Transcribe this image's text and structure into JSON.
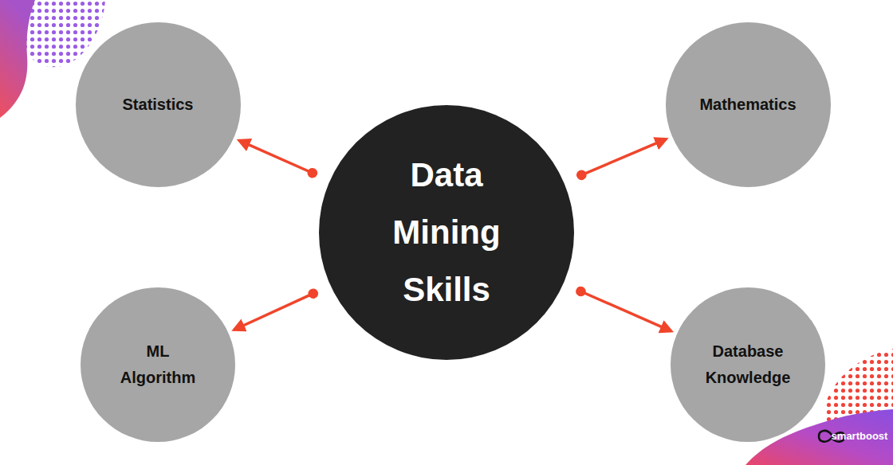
{
  "diagram": {
    "nodes": [
      {
        "text": [
          "Data Mining Skills"
        ]
      },
      {
        "text": [
          "Statistics"
        ]
      },
      {
        "text": [
          "Mathematics"
        ]
      },
      {
        "text": [
          "ML Algorithm"
        ]
      },
      {
        "text": [
          "Database Knowledge"
        ]
      }
    ],
    "edges": [
      {
        "from": 0,
        "to": 1,
        "arrow": "to"
      },
      {
        "from": 0,
        "to": 2,
        "arrow": "to"
      },
      {
        "from": 0,
        "to": 3,
        "arrow": "to"
      },
      {
        "from": 0,
        "to": 4,
        "arrow": "to"
      }
    ],
    "labels": [
      "smartboost"
    ]
  }
}
